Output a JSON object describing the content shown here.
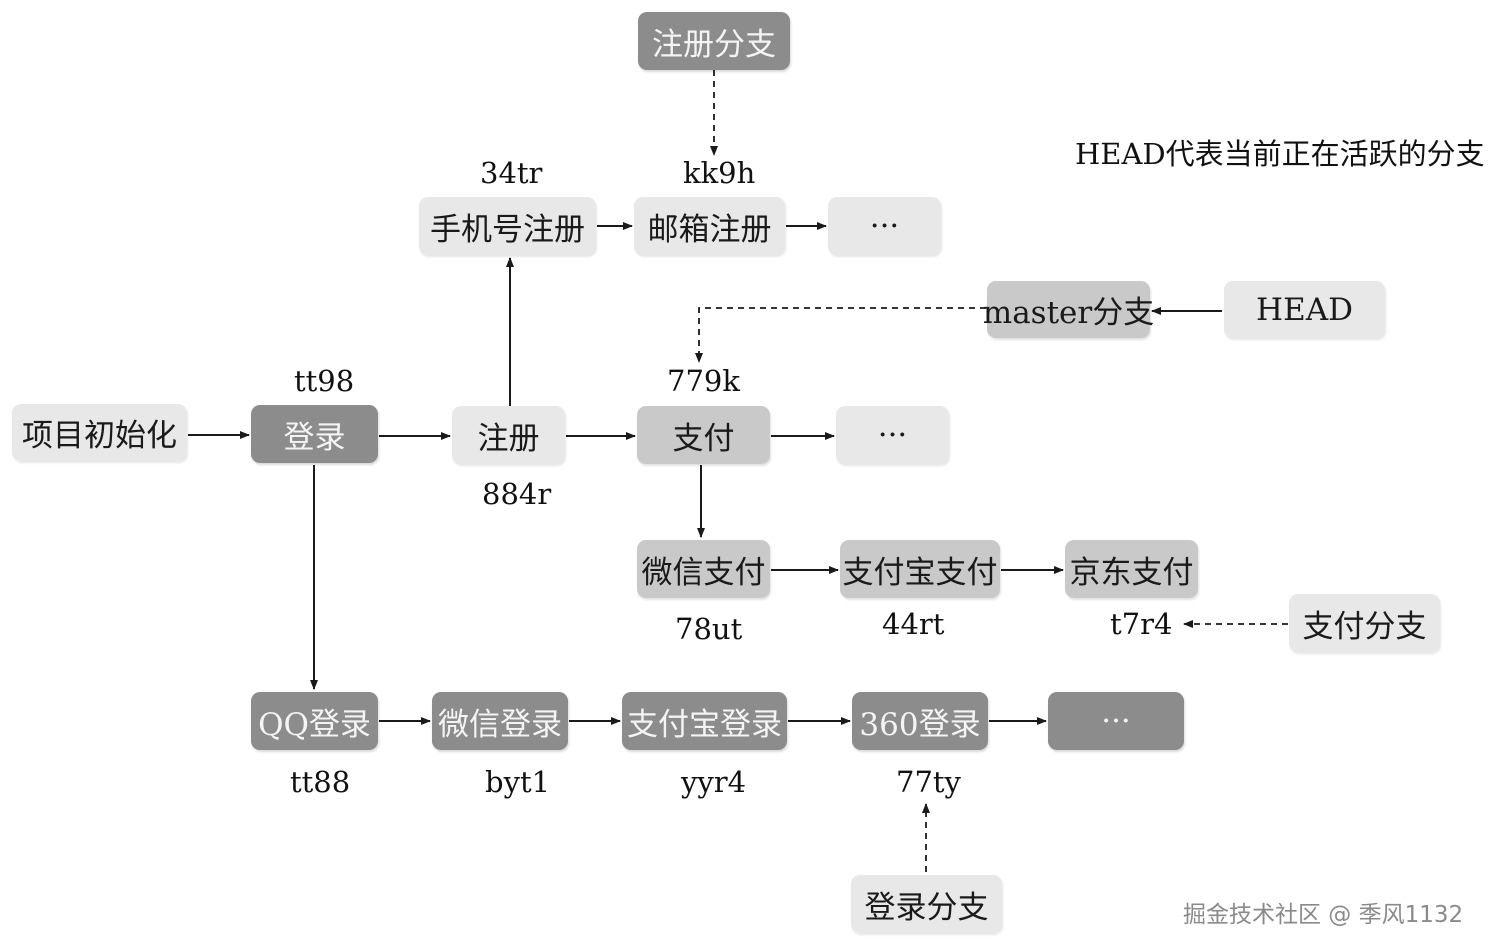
{
  "nodes": {
    "init": "项目初始化",
    "login": "登录",
    "register": "注册",
    "phone_register": "手机号注册",
    "email_register": "邮箱注册",
    "register_more": "···",
    "register_branch": "注册分支",
    "payment": "支付",
    "payment_more": "···",
    "master_branch": "master分支",
    "head": "HEAD",
    "wechat_pay": "微信支付",
    "alipay": "支付宝支付",
    "jd_pay": "京东支付",
    "payment_branch": "支付分支",
    "qq_login": "QQ登录",
    "wechat_login": "微信登录",
    "alipay_login": "支付宝登录",
    "login_360": "360登录",
    "login_more": "···",
    "login_branch": "登录分支"
  },
  "commits": {
    "login": "tt98",
    "register": "884r",
    "phone_register": "34tr",
    "email_register": "kk9h",
    "payment": "779k",
    "wechat_pay": "78ut",
    "alipay": "44rt",
    "jd_pay": "t7r4",
    "qq_login": "tt88",
    "wechat_login": "byt1",
    "alipay_login": "yyr4",
    "login_360": "77ty"
  },
  "note": "HEAD代表当前正在活跃的分支",
  "watermark": "掘金技术社区 @ 季风1132",
  "colors": {
    "light": "#e8e8e8",
    "medium": "#c9c9c9",
    "dark": "#8c8c8c",
    "line": "#1a1a1a"
  }
}
